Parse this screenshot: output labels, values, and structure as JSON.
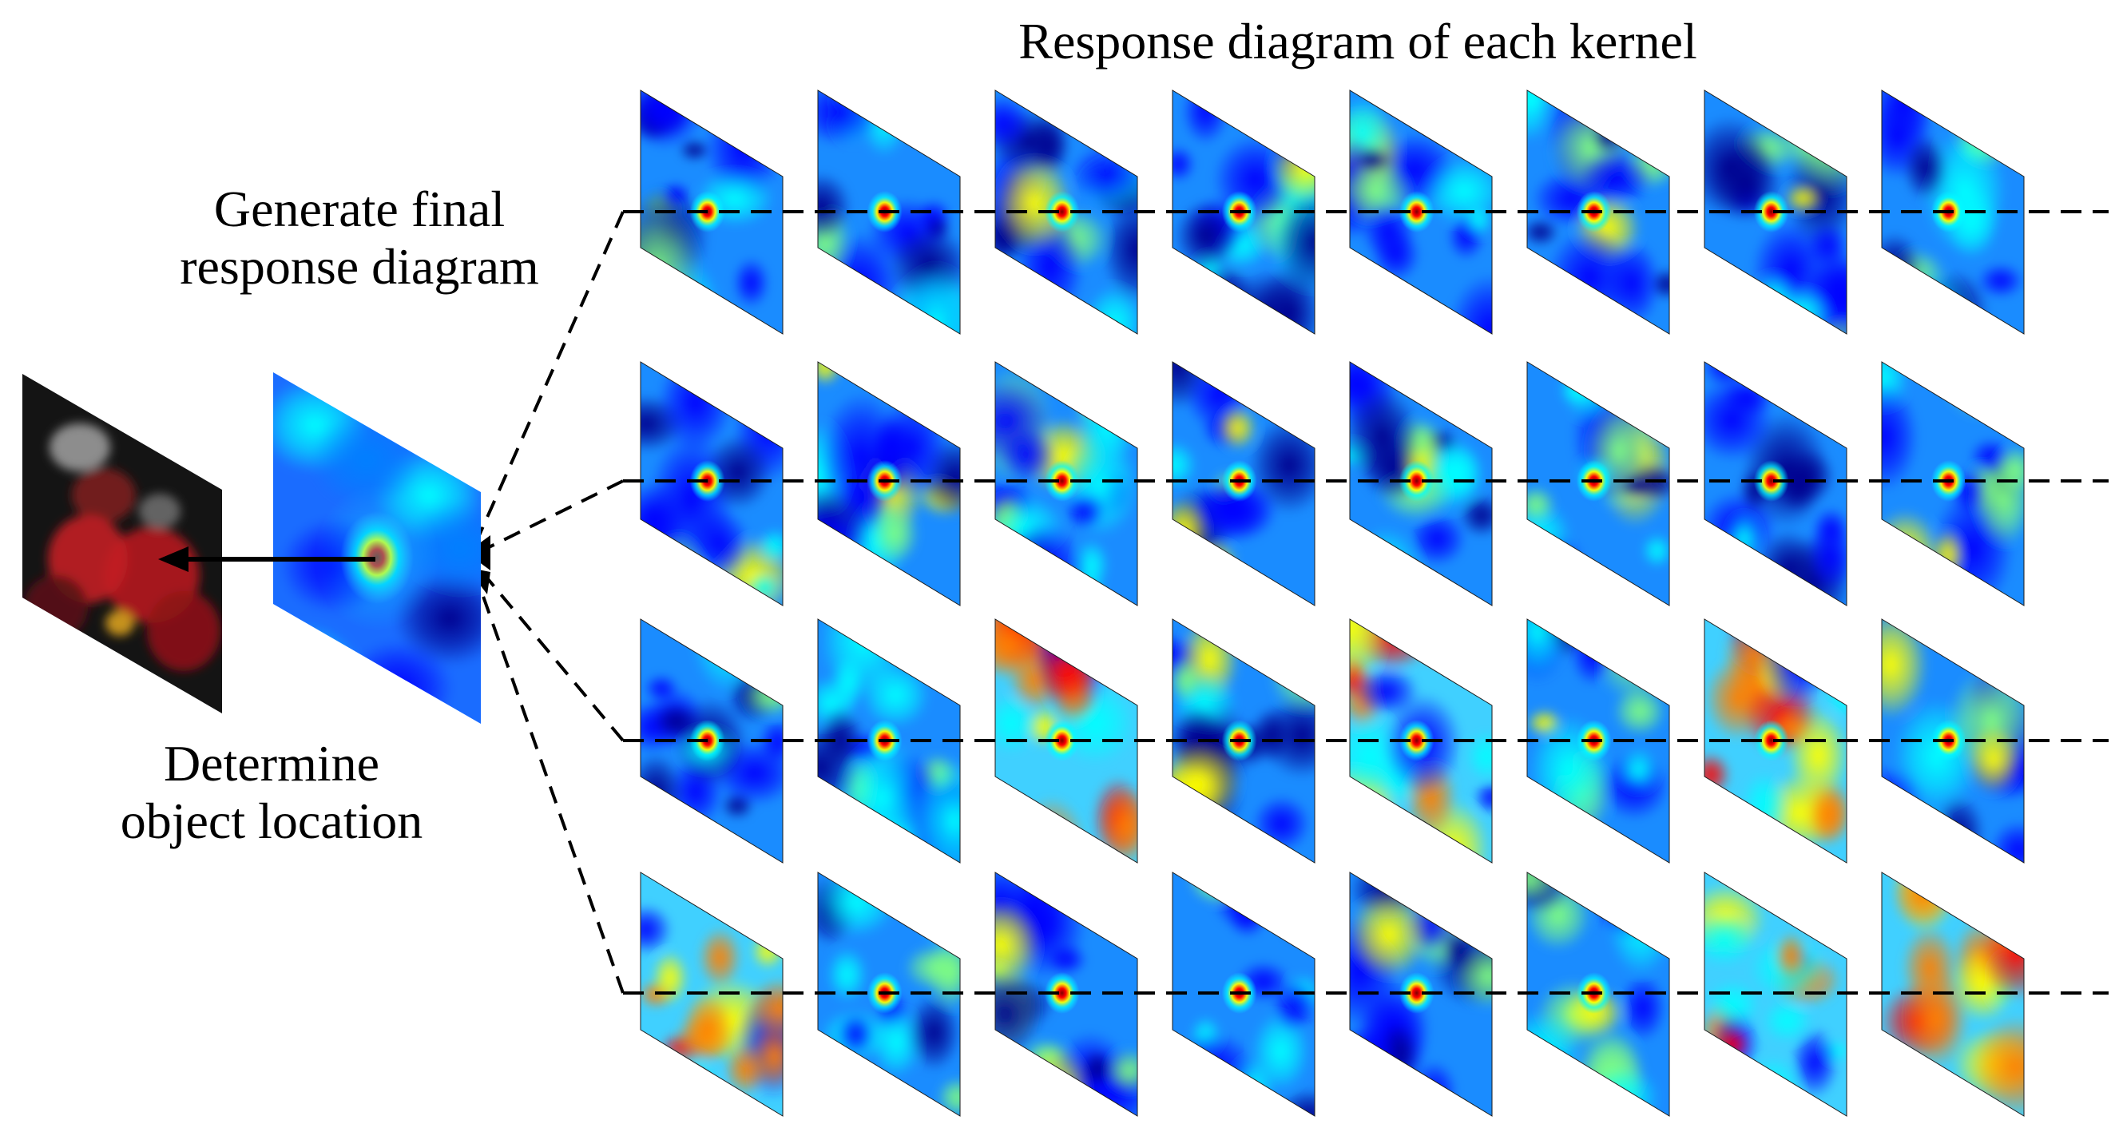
{
  "figure": {
    "title": "Response diagram of each kernel",
    "left_labels": {
      "generate": [
        "Generate final",
        "response diagram"
      ],
      "determine": [
        "Determine",
        "object location"
      ]
    },
    "grid": {
      "rows": 4,
      "columns": 8
    },
    "colormap": [
      "#00008f",
      "#0000ff",
      "#0080ff",
      "#00ffff",
      "#80ff80",
      "#ffff00",
      "#ff8000",
      "#ff0000",
      "#800000"
    ],
    "frame_color": "#1a1a1a",
    "arrow_color": "#000000",
    "row_line_style": "dashed"
  }
}
